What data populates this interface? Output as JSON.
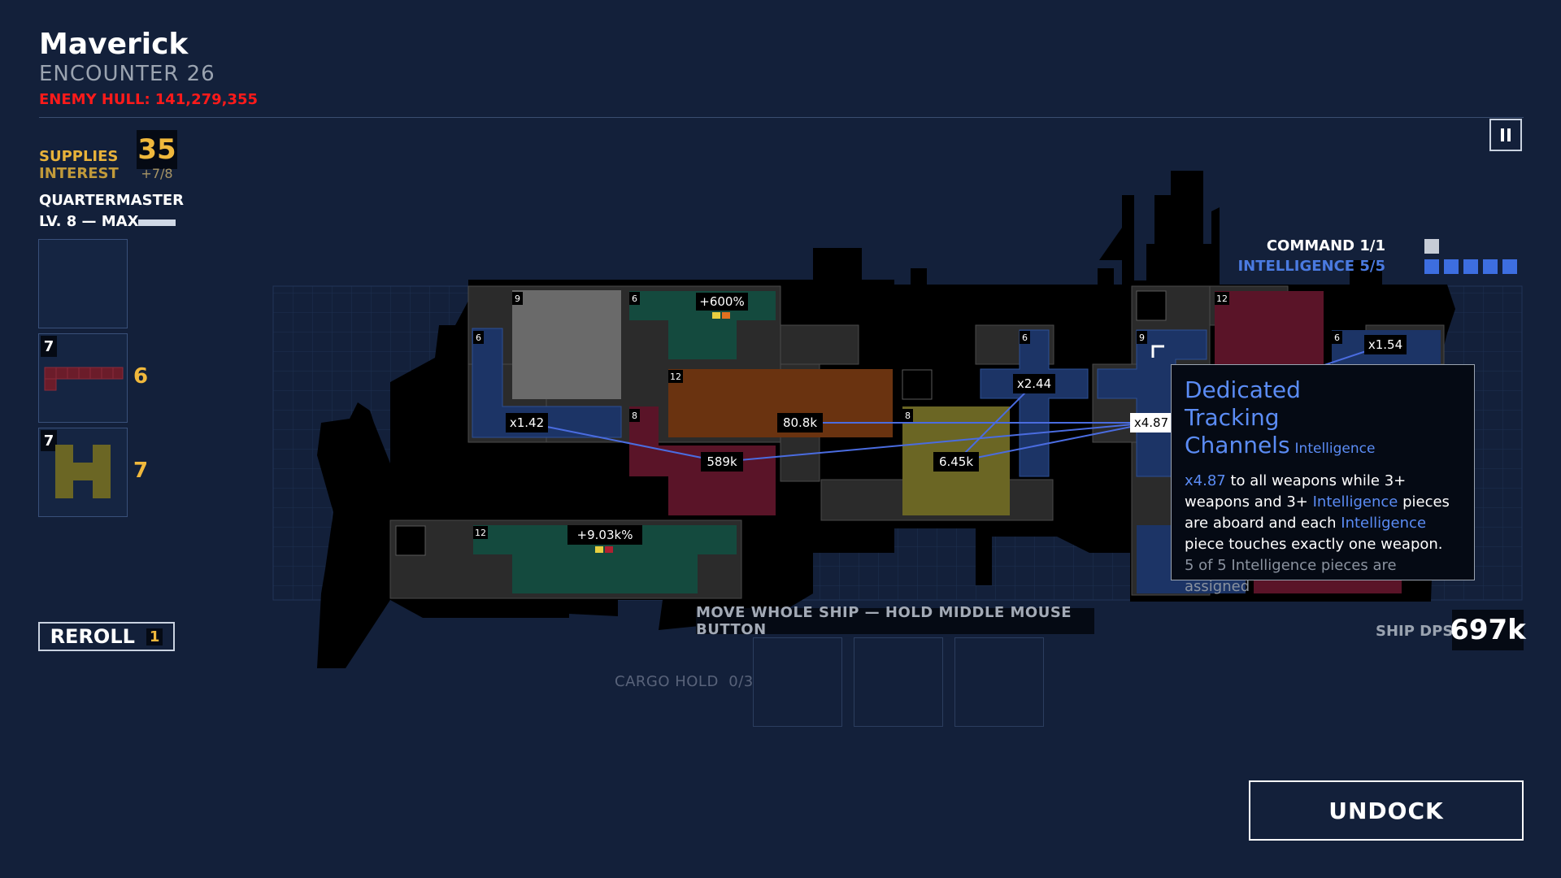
{
  "header": {
    "ship_name": "Maverick",
    "encounter": "ENCOUNTER 26",
    "enemy_hull_label": "ENEMY HULL:",
    "enemy_hull_value": "141,279,355"
  },
  "resources": {
    "supplies_label": "SUPPLIES",
    "supplies_value": "35",
    "interest_label": "INTEREST",
    "interest_value": "+7/8",
    "quartermaster_label": "QUARTERMASTER",
    "quartermaster_level": "LV. 8 — MAX",
    "quartermaster_progress": 1.0
  },
  "shop": {
    "slots": [
      {
        "cost": "",
        "price": "",
        "piece": "empty"
      },
      {
        "cost": "7",
        "price": "6",
        "piece": "red-bar-piece",
        "color": "#6b1c2a"
      },
      {
        "cost": "7",
        "price": "7",
        "piece": "h-piece",
        "color": "#6b6624"
      }
    ],
    "reroll_label": "REROLL",
    "reroll_count": "1"
  },
  "synergies": {
    "command_label": "COMMAND",
    "command_count": "1/1",
    "intelligence_label": "INTELLIGENCE",
    "intelligence_count": "5/5",
    "intelligence_pips": 5
  },
  "ship": {
    "module_levels": [
      "9",
      "6",
      "6",
      "12",
      "8",
      "8",
      "6",
      "9",
      "12",
      "6",
      "12"
    ],
    "value_labels": [
      "+600%",
      "x1.42",
      "80.8k",
      "589k",
      "x2.44",
      "6.45k",
      "x4.87",
      "x1.54",
      "+9.03k%"
    ]
  },
  "hint": {
    "move_ship": "MOVE WHOLE SHIP — HOLD MIDDLE MOUSE BUTTON"
  },
  "cargo": {
    "label": "CARGO HOLD",
    "count": "0/3"
  },
  "stats": {
    "dps_label": "SHIP DPS",
    "dps_value": "697k"
  },
  "actions": {
    "undock_label": "UNDOCK",
    "pause_icon": "pause-icon"
  },
  "tooltip": {
    "title_line1": "Dedicated",
    "title_line2": "Tracking Channels",
    "tag": "Intelligence",
    "mult": "x4.87",
    "t1": " to all weapons while 3+ weapons and 3+ ",
    "kw1": "Intelligence",
    "t2": " pieces are aboard and each ",
    "kw2": "Intelligence",
    "t3": " piece touches exactly one weapon.",
    "status": "5 of 5 Intelligence pieces are assigned"
  },
  "colors": {
    "background": "#13203a",
    "accent_gold": "#f0b83c",
    "intel_blue": "#3d6ee0",
    "hull_red": "#ff1a1a"
  }
}
